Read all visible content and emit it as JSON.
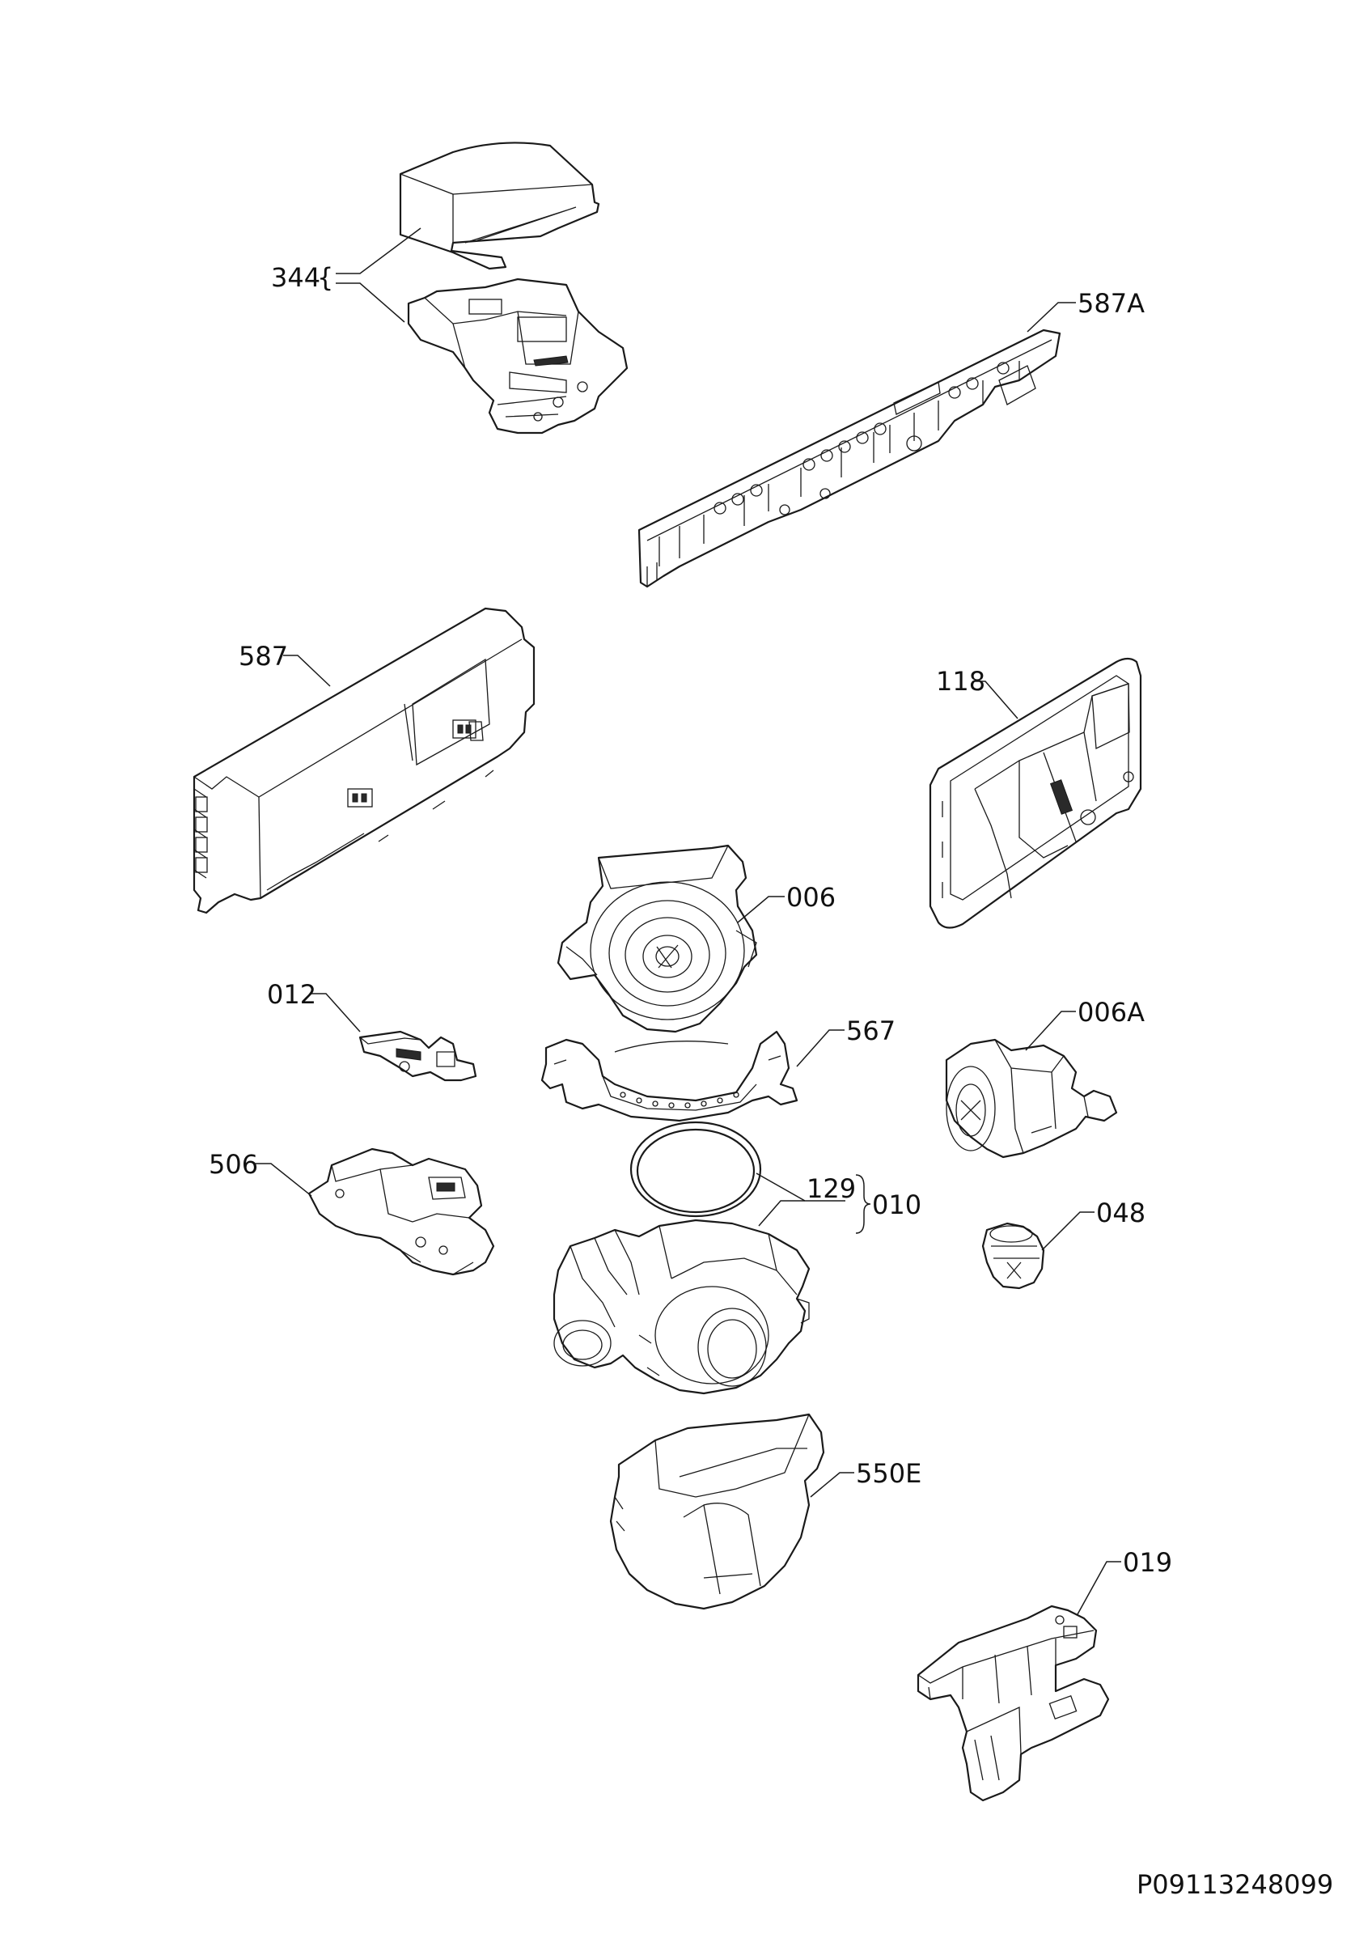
{
  "labels": {
    "l344": "344",
    "l587A": "587A",
    "l587": "587",
    "l118": "118",
    "l006": "006",
    "l012": "012",
    "l567": "567",
    "l006A": "006A",
    "l506": "506",
    "l129": "129",
    "l010": "010",
    "l048": "048",
    "l550E": "550E",
    "l019": "019"
  },
  "drawing_code": "P09113248099"
}
